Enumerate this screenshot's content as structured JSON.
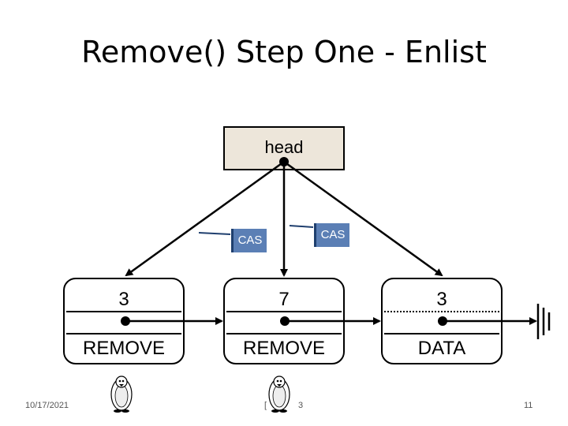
{
  "slide": {
    "title": "Remove() Step One - Enlist",
    "date": "10/17/2021",
    "page_number": "11",
    "footer_center_fragment_left": "[",
    "footer_center_fragment_right": "3"
  },
  "head": {
    "label": "head"
  },
  "cas_labels": [
    "CAS",
    "CAS"
  ],
  "nodes": [
    {
      "value": "3",
      "state": "REMOVE",
      "divider_style": "solid"
    },
    {
      "value": "7",
      "state": "REMOVE",
      "divider_style": "solid"
    },
    {
      "value": "3",
      "state": "DATA",
      "divider_style": "dotted"
    }
  ],
  "colors": {
    "head_fill": "#ede6da",
    "cas_fill": "#5b7fb5",
    "cas_edge": "#1f3f6e"
  },
  "icons": [
    "penguin-icon",
    "penguin-icon",
    "ground-symbol-icon"
  ]
}
